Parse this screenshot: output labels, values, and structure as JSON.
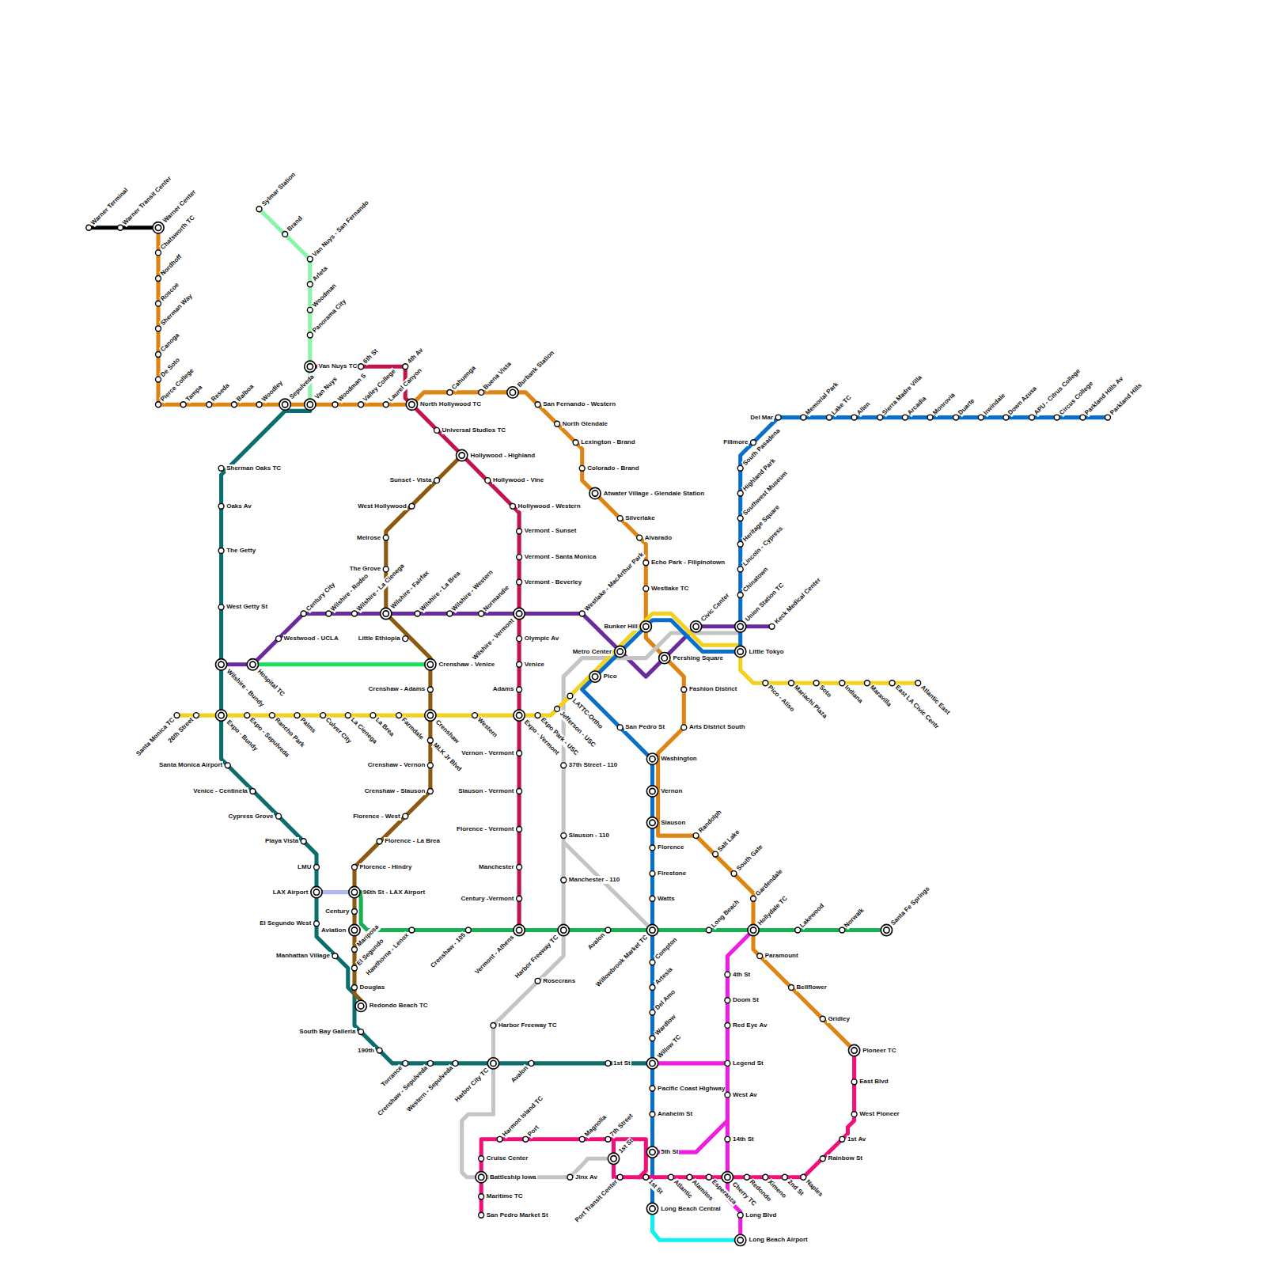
{
  "diagram": {
    "labels": [
      "Warner Terminal",
      "Warner Transit Center",
      "Warner Center",
      "Chatsworth TC",
      "Nordhoff",
      "Roscoe",
      "Sherman Way",
      "Canoga",
      "De Soto",
      "Pierce College",
      "Tampa",
      "Reseda",
      "Balboa",
      "Woodley",
      "Sepulveda",
      "Van Nuys",
      "Woodman S",
      "Valley College",
      "Laurel Canyon",
      "North Hollywood TC",
      "Cahuenga",
      "Buena Vista",
      "Burbank Station",
      "San Fernando - Western",
      "North Glendale",
      "Lexington - Brand",
      "Colorado - Brand",
      "Atwater Village - Glendale Station",
      "Silverlake",
      "Alvarado",
      "Echo Park - Filipinotown",
      "Westlake TC",
      "Bunker Hill",
      "Pershing Square",
      "Fashion District",
      "Arts District South",
      "Randolph",
      "Salt Lake",
      "South Gate",
      "Gardendale",
      "Hollydale TC",
      "Paramount",
      "Bellflower",
      "Gridley",
      "Pioneer TC",
      "Van Nuys TC",
      "6th St",
      "4th Av",
      "Universal Studios TC",
      "Hollywood - Highland",
      "Hollywood - Vine",
      "Hollywood - Western",
      "Vermont - Sunset",
      "Vermont - Santa Monica",
      "Vermont - Beverley",
      "Wilshire - Vermont",
      "Olympic Av",
      "Venice",
      "Adams",
      "Expo - Vermont",
      "Vernon - Vermont",
      "Slauson - Vermont",
      "Florence - Vermont",
      "Manchester",
      "Century -Vermont",
      "Vermont - Athens",
      "Sylmar Station",
      "Brand",
      "Van Nuys - San Fernando",
      "Arleta",
      "Woodman",
      "Panorama City",
      "Sherman Oaks TC",
      "Oaks Av",
      "The Getty",
      "West Getty St",
      "Wilshire - Bundy",
      "Expo - Bundy",
      "Santa Monica Airport",
      "Venice - Centinela",
      "Cypress Grove",
      "Playa Vista",
      "LMU",
      "LAX Airport",
      "El Segundo West",
      "Manhattan Village",
      "South Bay Galleria",
      "190th",
      "Torrance",
      "Crenshaw - Sepulveda",
      "Western - Sepulveda",
      "Harbor City TC",
      "Avalon",
      "1st St",
      "Willow TC",
      "Hospital TC",
      "Westwood - UCLA",
      "Century City",
      "Wilshire - Rodeo",
      "Wilshire - La Cienega",
      "Wilshire - Fairfax",
      "Wilshire - La Brea",
      "Wilshire - Western",
      "Normandie",
      "Westlake - MacArthur Park",
      "Civic Center",
      "Union Station TC",
      "Keck Medical Center",
      "Crenshaw - Venice",
      "Sunset - Vista",
      "West Hollywood",
      "Melrose",
      "The Grove",
      "Little Ethiopia",
      "Crenshaw - Adams",
      "Crenshaw",
      "MLK Jr Blvd",
      "Crenshaw - Vernon",
      "Crenshaw - Slauson",
      "Florence - West",
      "Florence - La Brea",
      "Florence - Hindry",
      "96th St - LAX Airport",
      "Century",
      "Aviation",
      "Mariposa",
      "El Segundo",
      "Douglas",
      "Redondo Beach TC",
      "Hawthorne - Lenox",
      "Crenshaw - 105",
      "Harbor Freeway TC",
      "Avalon",
      "Willowbrook Market TC",
      "Long Beach",
      "Lakewood",
      "Norwalk",
      "Santa Fe Springs",
      "Santa Monica TC",
      "26th Street",
      "Expo - Sepulveda",
      "Rancho Park",
      "Palms",
      "Culver City",
      "La Cienega",
      "La Brea",
      "Farmdale",
      "Western",
      "Expo Park - USC",
      "Jefferson - USC",
      "LATTC-Ortho",
      "Metro Center",
      "Little Tokyo",
      "Pico - Aliso",
      "Mariachi Plaza",
      "Soto",
      "Indiana",
      "Maravilla",
      "East LA Civic Centr",
      "Atlantic East",
      "Del Mar",
      "Memorial Park",
      "Lake TC",
      "Allen",
      "Sierra Madre Villa",
      "Arcadia",
      "Monrovia",
      "Duarte",
      "Irwindale",
      "Down Azusa",
      "APU - Citrus College",
      "Circus College",
      "Parkland Hills Av",
      "Parkland Hills",
      "Fillmore",
      "South Pasadena",
      "Highland Park",
      "Southwest Museum",
      "Heritage Square",
      "Lincoln - Cypress",
      "Chinatown",
      "Pico",
      "San Pedro St",
      "Washington",
      "Vernon",
      "Slauson",
      "Florence",
      "Firestone",
      "Watts",
      "Compton",
      "Artesia",
      "Del Amo",
      "Wardlow",
      "Pacific Coast Highway",
      "Anaheim St",
      "5th St",
      "1st St",
      "Long Beach Central",
      "Long Beach Airport",
      "37th Street - 110",
      "Slauson - 110",
      "Manchester - 110",
      "Rosecrans",
      "Harbor Freeway TC",
      "Jinx Av",
      "1st St",
      "4th St",
      "Doom St",
      "Red Eye Av",
      "Legend St",
      "West Av",
      "14th St",
      "Cherry TC",
      "Long Blvd",
      "East Blvd",
      "West Pioneer",
      "1st Av",
      "Rainbow St",
      "Naples",
      "2nd St",
      "Ximeno",
      "Redondo",
      "Esperanza",
      "Alamitos",
      "Atlantic",
      "Port Transit Center",
      "7th Street",
      "Magnolia",
      "Port",
      "Harmon Island TC",
      "Cruise Center",
      "Battleship Iowa",
      "Maritime TC",
      "San Pedro Market St"
    ]
  }
}
